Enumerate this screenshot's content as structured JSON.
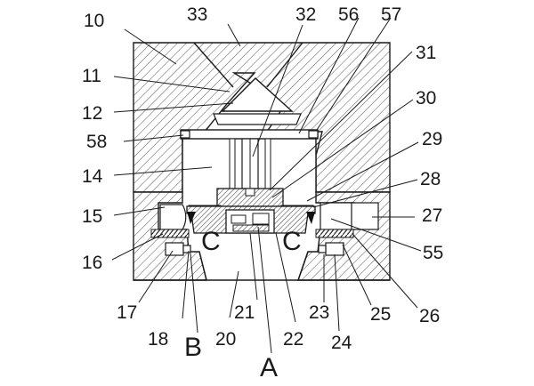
{
  "figure": {
    "reference_numerals": {
      "n10": "10",
      "n11": "11",
      "n12": "12",
      "n58": "58",
      "n14": "14",
      "n15": "15",
      "n16": "16",
      "n17": "17",
      "n18": "18",
      "n20": "20",
      "n21": "21",
      "n22": "22",
      "n23": "23",
      "n24": "24",
      "n25": "25",
      "n26": "26",
      "n55": "55",
      "n27": "27",
      "n28": "28",
      "n29": "29",
      "n30": "30",
      "n31": "31",
      "n57": "57",
      "n56": "56",
      "n32": "32",
      "n33": "33"
    },
    "detail_markers": {
      "a": "A",
      "b": "B",
      "c_left": "C",
      "c_right": "C"
    }
  }
}
